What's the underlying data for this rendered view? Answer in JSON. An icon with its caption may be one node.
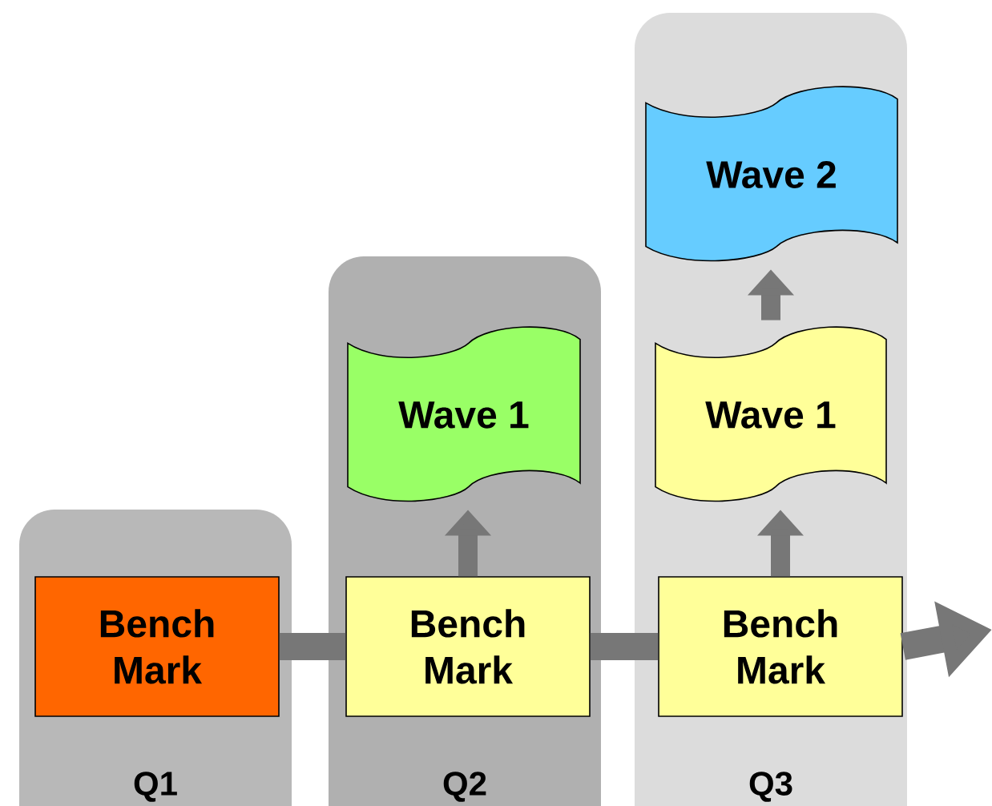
{
  "diagram": {
    "nodes": [
      {
        "text": [
          "Q1"
        ]
      },
      {
        "text": [
          "Bench Mark"
        ],
        "in": 0
      },
      {
        "text": [
          "Q2"
        ]
      },
      {
        "text": [
          "Wave 1"
        ],
        "in": 2
      },
      {
        "text": [
          "Bench Mark"
        ],
        "in": 2
      },
      {
        "text": [
          "Q3"
        ]
      },
      {
        "text": [
          "Wave 2"
        ],
        "in": 5
      },
      {
        "text": [
          "Wave 1"
        ],
        "in": 5
      },
      {
        "text": [
          "Bench Mark"
        ],
        "in": 5
      }
    ],
    "edges": [
      {
        "from": 1,
        "to": 4,
        "arrow": "none"
      },
      {
        "from": 4,
        "to": 8,
        "arrow": "none"
      },
      {
        "from": 8,
        "to": null,
        "arrow": "to"
      },
      {
        "from": 4,
        "to": 3,
        "arrow": "to"
      },
      {
        "from": 8,
        "to": 7,
        "arrow": "to"
      },
      {
        "from": 7,
        "to": 6,
        "arrow": "to"
      }
    ]
  }
}
